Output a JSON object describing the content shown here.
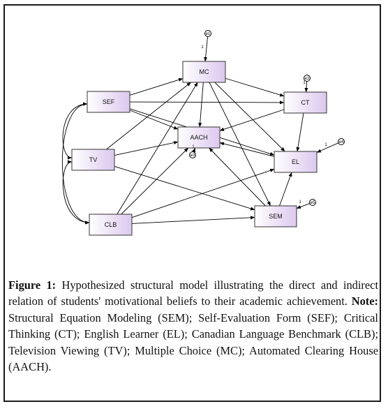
{
  "diagram": {
    "nodes": [
      {
        "id": "MC",
        "label": "MC"
      },
      {
        "id": "SEF",
        "label": "SEF"
      },
      {
        "id": "CT",
        "label": "CT"
      },
      {
        "id": "AACH",
        "label": "AACH"
      },
      {
        "id": "TV",
        "label": "TV"
      },
      {
        "id": "EL",
        "label": "EL"
      },
      {
        "id": "SEM",
        "label": "SEM"
      },
      {
        "id": "CLB",
        "label": "CLB"
      }
    ],
    "errors": [
      {
        "id": "e1",
        "label": "e1",
        "target": "MC",
        "weight": "1"
      },
      {
        "id": "e2",
        "label": "e2",
        "target": "CT",
        "weight": "1"
      },
      {
        "id": "e3",
        "label": "e3",
        "target": "AACH",
        "weight": "1"
      },
      {
        "id": "e4",
        "label": "e4",
        "target": "EL",
        "weight": "1"
      },
      {
        "id": "e5",
        "label": "e5",
        "target": "SEM",
        "weight": "1"
      }
    ],
    "paths": [
      [
        "SEF",
        "MC"
      ],
      [
        "SEF",
        "CT"
      ],
      [
        "SEF",
        "AACH"
      ],
      [
        "SEF",
        "EL"
      ],
      [
        "TV",
        "MC"
      ],
      [
        "TV",
        "AACH"
      ],
      [
        "TV",
        "SEM"
      ],
      [
        "CLB",
        "MC"
      ],
      [
        "CLB",
        "AACH"
      ],
      [
        "CLB",
        "EL"
      ],
      [
        "CLB",
        "SEM"
      ],
      [
        "MC",
        "CT"
      ],
      [
        "MC",
        "AACH"
      ],
      [
        "MC",
        "EL"
      ],
      [
        "MC",
        "SEM"
      ],
      [
        "CT",
        "AACH"
      ],
      [
        "CT",
        "EL"
      ],
      [
        "EL",
        "AACH"
      ],
      [
        "SEM",
        "EL"
      ],
      [
        "SEM",
        "AACH"
      ]
    ],
    "covariances": [
      [
        "SEF",
        "TV"
      ],
      [
        "TV",
        "CLB"
      ],
      [
        "SEF",
        "CLB"
      ]
    ]
  },
  "caption": {
    "label": "Figure 1:",
    "text_1": " Hypothesized structural model illustrating the direct and indirect relation of students' motivational beliefs to their academic achievement. ",
    "note_label": "Note:",
    "text_2": " Structural Equation Modeling (SEM); Self-Evaluation Form (SEF); Critical Thinking (CT); English Learner (EL); Canadian Language Benchmark (CLB); Television Viewing (TV); Multiple Choice (MC); Automated Clearing House (AACH)."
  }
}
